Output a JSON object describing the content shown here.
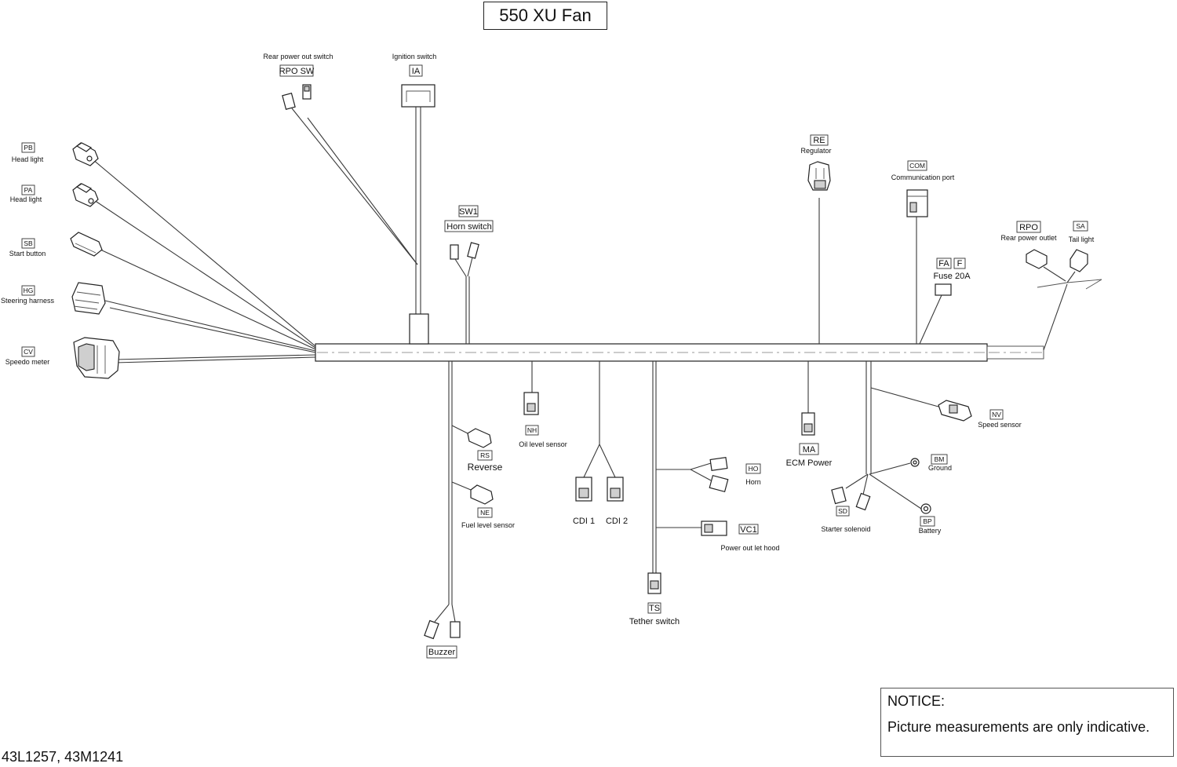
{
  "title": "550 XU Fan",
  "notice": {
    "title": "NOTICE:",
    "text": "Picture measurements are only indicative."
  },
  "part_numbers": "43L1257, 43M1241",
  "components": {
    "rpo_sw": {
      "tag": "RPO SW",
      "label": "Rear power out switch"
    },
    "ia": {
      "tag": "IA",
      "label": "Ignition switch"
    },
    "pb": {
      "tag": "PB",
      "label": "Head light"
    },
    "pa": {
      "tag": "PA",
      "label": "Head light"
    },
    "sb": {
      "tag": "SB",
      "label": "Start button"
    },
    "hg": {
      "tag": "HG",
      "label": "Steering harness"
    },
    "cv": {
      "tag": "CV",
      "label": "Speedo meter"
    },
    "sw1": {
      "tag": "SW1",
      "label": "Horn switch"
    },
    "re": {
      "tag": "RE",
      "label": "Regulator"
    },
    "com": {
      "tag": "COM",
      "label": "Communication port"
    },
    "rpo": {
      "tag": "RPO",
      "label": "Rear power outlet"
    },
    "sa": {
      "tag": "SA",
      "label": "Tail light"
    },
    "fa": {
      "tag": "FA",
      "label": ""
    },
    "f": {
      "tag": "F",
      "label": "Fuse 20A"
    },
    "nh": {
      "tag": "NH",
      "label": "Oil level sensor"
    },
    "rs": {
      "tag": "RS",
      "label": "Reverse"
    },
    "ne": {
      "tag": "NE",
      "label": "Fuel level sensor"
    },
    "cdi1": {
      "label": "CDI 1"
    },
    "cdi2": {
      "label": "CDI 2"
    },
    "ho": {
      "tag": "HO",
      "label": "Horn"
    },
    "vc1": {
      "tag": "VC1",
      "label": "Power out let hood"
    },
    "ts": {
      "tag": "TS",
      "label": "Tether switch"
    },
    "buzzer": {
      "tag": "Buzzer"
    },
    "ma": {
      "tag": "MA",
      "label": "ECM Power"
    },
    "nv": {
      "tag": "NV",
      "label": "Speed sensor"
    },
    "bm": {
      "tag": "BM",
      "label": "Ground"
    },
    "bp": {
      "tag": "BP",
      "label": "Battery"
    },
    "sd": {
      "tag": "SD",
      "label": "Starter solenoid"
    }
  }
}
